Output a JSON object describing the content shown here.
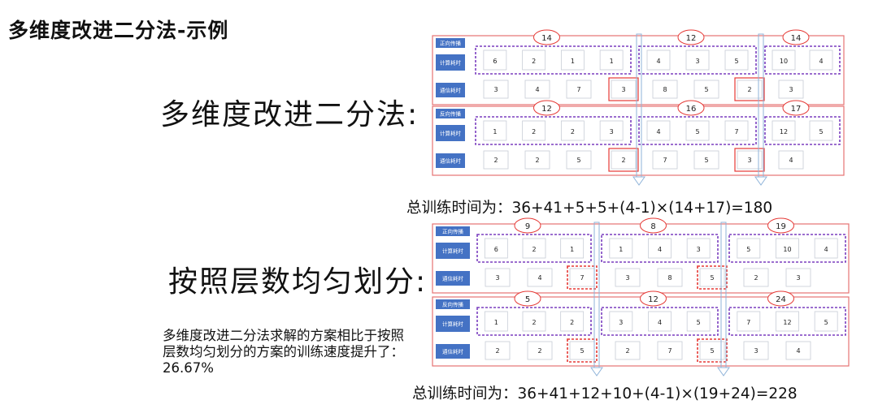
{
  "title": "多维度改进二分法-示例",
  "method1_label": "多维度改进二分法:",
  "method2_label": "按照层数均匀划分:",
  "total1": "总训练时间为：36+41+5+5+(4-1)×(14+17)=180",
  "total2": "总训练时间为：36+41+12+10+(4-1)×(19+24)=228",
  "conclusion": "多维度改进二分法求解的方案相比于按照层数均匀划分的方案的训练速度提升了：26.67%",
  "row_labels": {
    "forward": "正向传播",
    "backward": "反向传播",
    "compute": "计算耗时",
    "comm": "通信耗时"
  },
  "colors": {
    "frame": "#e57373",
    "group": "#7b3fbf",
    "cut": "#e53935",
    "cell_border": "#c7ccd6",
    "arrow": "#8fb3d9",
    "label_fill": "#4472c4"
  },
  "diagrams": [
    {
      "id": "method1",
      "panels": [
        {
          "direction_key": "forward",
          "group_totals": [
            "14",
            "12",
            "14"
          ],
          "compute_groups": [
            [
              "6",
              "2",
              "1",
              "1"
            ],
            [
              "4",
              "3",
              "5"
            ],
            [
              "10",
              "4"
            ]
          ],
          "comm": [
            "3",
            "4",
            "7",
            "3",
            "8",
            "5",
            "2",
            "3"
          ],
          "cut_indices": [
            3,
            6
          ]
        },
        {
          "direction_key": "backward",
          "group_totals": [
            "12",
            "16",
            "17"
          ],
          "compute_groups": [
            [
              "1",
              "2",
              "2",
              "3"
            ],
            [
              "4",
              "5",
              "7"
            ],
            [
              "12",
              "5"
            ]
          ],
          "comm": [
            "2",
            "2",
            "5",
            "2",
            "7",
            "5",
            "3",
            "4"
          ],
          "cut_indices": [
            3,
            6
          ]
        }
      ]
    },
    {
      "id": "method2",
      "panels": [
        {
          "direction_key": "forward",
          "group_totals": [
            "9",
            "8",
            "19"
          ],
          "compute_groups": [
            [
              "6",
              "2",
              "1"
            ],
            [
              "1",
              "4",
              "3"
            ],
            [
              "5",
              "10",
              "4"
            ]
          ],
          "comm": [
            "3",
            "4",
            "7",
            "3",
            "8",
            "5",
            "2",
            "3"
          ],
          "cut_indices": [
            2,
            5
          ]
        },
        {
          "direction_key": "backward",
          "group_totals": [
            "5",
            "12",
            "24"
          ],
          "compute_groups": [
            [
              "1",
              "2",
              "2"
            ],
            [
              "3",
              "4",
              "5"
            ],
            [
              "7",
              "12",
              "5"
            ]
          ],
          "comm": [
            "2",
            "2",
            "5",
            "2",
            "7",
            "5",
            "3",
            "4"
          ],
          "cut_indices": [
            2,
            5
          ]
        }
      ]
    }
  ]
}
